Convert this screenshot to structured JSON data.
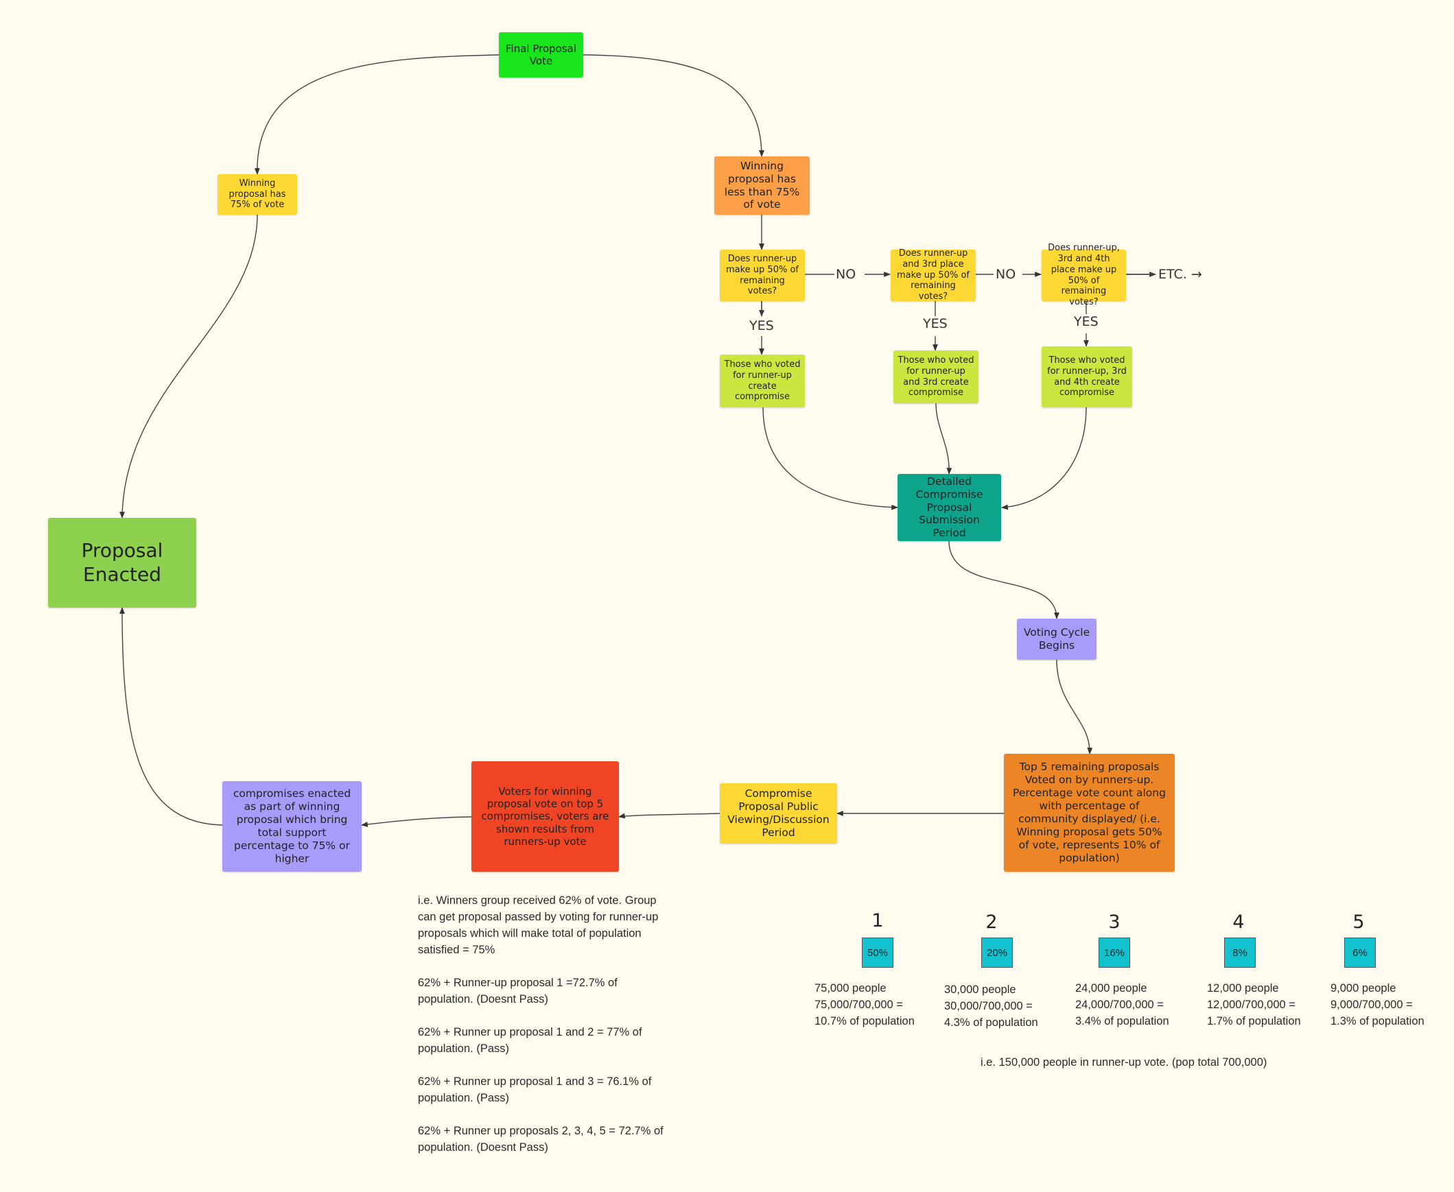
{
  "nodes": {
    "final_vote": "Final Proposal Vote",
    "winning_75": "Winning proposal has 75% of vote",
    "winning_less_75": "Winning proposal has less than 75% of vote",
    "q1": "Does runner-up make up 50% of remaining votes?",
    "q2": "Does runner-up and 3rd place make up 50% of remaining votes?",
    "q3": "Does runner-up, 3rd and 4th place make up 50% of remaining votes?",
    "c1": "Those who voted for runner-up create compromise",
    "c2": "Those who voted for runner-up and 3rd create compromise",
    "c3": "Those who voted for runner-up, 3rd and 4th create compromise",
    "detailed": "Detailed Compromise Proposal Submission Period",
    "voting_cycle": "Voting Cycle Begins",
    "top5": "Top 5 remaining proposals Voted on by runners-up. Percentage vote count along with percentage of community displayed/ (i.e. Winning proposal gets 50% of vote, represents 10% of population)",
    "public_viewing": "Compromise Proposal Public Viewing/Discussion Period",
    "voters_winning": "Voters for winning proposal vote on top 5 compromises, voters are shown results from runners-up vote",
    "compromises_enacted": "compromises enacted as part of winning proposal which bring total support percentage to 75% or higher",
    "proposal_enacted": "Proposal Enacted"
  },
  "labels": {
    "no1": "NO",
    "no2": "NO",
    "etc": "ETC. →",
    "yes1": "YES",
    "yes2": "YES",
    "yes3": "YES"
  },
  "notes": [
    "i.e. Winners group received 62% of vote. Group can get proposal passed by voting for runner-up proposals which will make total of population satisfied = 75%",
    "62% + Runner-up proposal 1 =72.7% of population. (Doesnt Pass)",
    "62% + Runner up proposal 1 and 2 = 77% of population. (Pass)",
    "62% + Runner up proposal 1 and 3 = 76.1% of population. (Pass)",
    "62% + Runner up proposals 2, 3, 4, 5 = 72.7% of population. (Doesnt Pass)"
  ],
  "runner_up": [
    {
      "rank": "1",
      "pct": "50%",
      "people": "75,000 people",
      "calc": "75,000/700,000 =",
      "share": "10.7% of population"
    },
    {
      "rank": "2",
      "pct": "20%",
      "people": "30,000 people",
      "calc": "30,000/700,000 =",
      "share": "4.3% of population"
    },
    {
      "rank": "3",
      "pct": "16%",
      "people": "24,000 people",
      "calc": "24,000/700,000 =",
      "share": "3.4% of population"
    },
    {
      "rank": "4",
      "pct": "8%",
      "people": "12,000 people",
      "calc": "12,000/700,000 =",
      "share": "1.7% of population"
    },
    {
      "rank": "5",
      "pct": "6%",
      "people": "9,000 people",
      "calc": "9,000/700,000 =",
      "share": "1.3% of population"
    }
  ],
  "summary": "i.e. 150,000 people in runner-up vote. (pop total 700,000)",
  "colors": {
    "background": "#fffbee",
    "green_bright": "#18e51b",
    "yellow": "#fdd835",
    "orange_light": "#fd9f46",
    "lime": "#cce640",
    "teal": "#0da48b",
    "purple": "#a89cfb",
    "orange_dark": "#ec8525",
    "red": "#ef4524",
    "green_enacted": "#8ed14f",
    "cyan": "#12c3cf"
  }
}
